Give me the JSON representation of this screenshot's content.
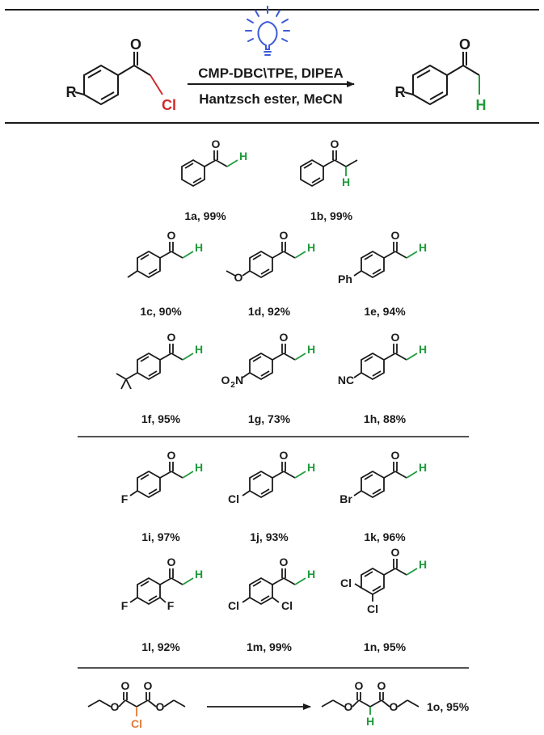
{
  "colors": {
    "bond": "#1a1a1a",
    "hydrogen": "#1f9a3a",
    "chlorine": "#d2292a",
    "chlorine_malonate": "#e07b39",
    "bulb": "#3b5bd6"
  },
  "header": {
    "icon": "lightbulb-icon",
    "conditions_top": "CMP-DBC\\TPE, DIPEA",
    "conditions_bottom": "Hantzsch ester, MeCN",
    "reactant_r": "R",
    "reactant_cl": "Cl",
    "reactant_o": "O",
    "product_r": "R",
    "product_h": "H",
    "product_o": "O"
  },
  "atoms": {
    "O": "O",
    "H": "H",
    "F": "F",
    "Cl": "Cl",
    "Br": "Br",
    "N": "N",
    "Ph": "Ph",
    "NC": "NC",
    "O2N": "O",
    "sub2": "2"
  },
  "products": [
    {
      "id": "1a",
      "label": "1a, 99%"
    },
    {
      "id": "1b",
      "label": "1b, 99%"
    },
    {
      "id": "1c",
      "label": "1c, 90%"
    },
    {
      "id": "1d",
      "label": "1d, 92%"
    },
    {
      "id": "1e",
      "label": "1e, 94%"
    },
    {
      "id": "1f",
      "label": "1f, 95%"
    },
    {
      "id": "1g",
      "label": "1g, 73%"
    },
    {
      "id": "1h",
      "label": "1h, 88%"
    },
    {
      "id": "1i",
      "label": "1i, 97%"
    },
    {
      "id": "1j",
      "label": "1j, 93%"
    },
    {
      "id": "1k",
      "label": "1k, 96%"
    },
    {
      "id": "1l",
      "label": "1l, 92%"
    },
    {
      "id": "1m",
      "label": "1m, 99%"
    },
    {
      "id": "1n",
      "label": "1n, 95%"
    },
    {
      "id": "1o",
      "label": "1o, 95%"
    }
  ]
}
